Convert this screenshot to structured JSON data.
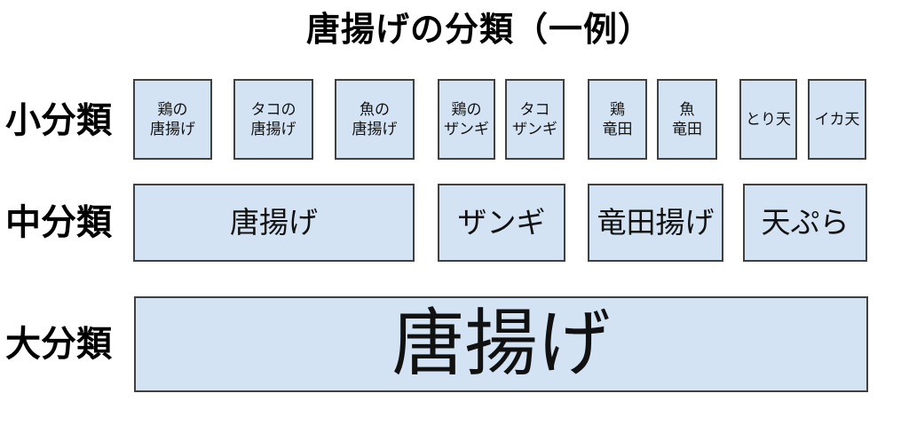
{
  "title": "唐揚げの分類（一例）",
  "colors": {
    "box_fill": "#d3e3f3",
    "box_border": "#404040",
    "text": "#000000",
    "background": "#ffffff"
  },
  "rows": {
    "small": {
      "label": "小分類",
      "boxes": [
        {
          "label": "鶏の\n唐揚げ"
        },
        {
          "label": "タコの\n唐揚げ"
        },
        {
          "label": "魚の\n唐揚げ"
        },
        {
          "label": "鶏の\nザンギ"
        },
        {
          "label": "タコ\nザンギ"
        },
        {
          "label": "鶏\n竜田"
        },
        {
          "label": "魚\n竜田"
        },
        {
          "label": "とり天"
        },
        {
          "label": "イカ天"
        }
      ]
    },
    "medium": {
      "label": "中分類",
      "boxes": [
        {
          "label": "唐揚げ"
        },
        {
          "label": "ザンギ"
        },
        {
          "label": "竜田揚げ"
        },
        {
          "label": "天ぷら"
        }
      ]
    },
    "large": {
      "label": "大分類",
      "boxes": [
        {
          "label": "唐揚げ"
        }
      ]
    }
  }
}
